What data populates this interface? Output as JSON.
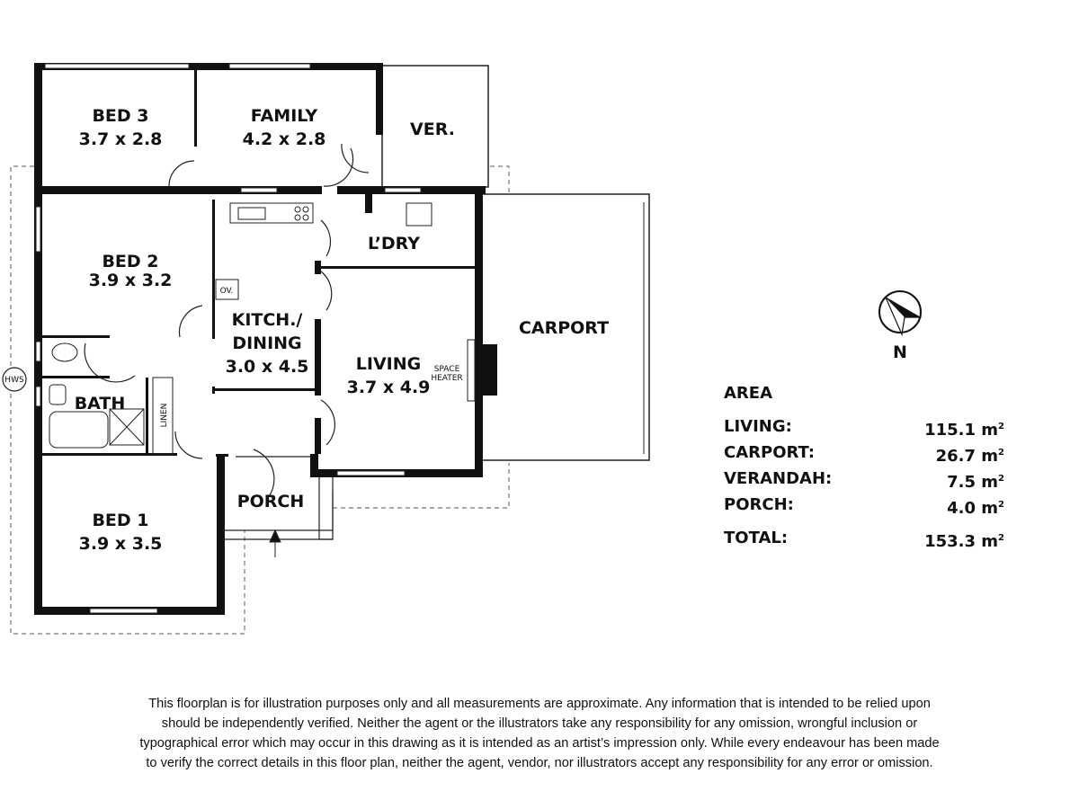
{
  "rooms": {
    "bed3": {
      "name": "BED 3",
      "size": "3.7 x 2.8"
    },
    "family": {
      "name": "FAMILY",
      "size": "4.2 x 2.8"
    },
    "verandah": {
      "name": "VER."
    },
    "bed2": {
      "name": "BED 2",
      "size": "3.9 x 3.2"
    },
    "laundry": {
      "name": "L’DRY"
    },
    "kitchen": {
      "name1": "KITCH./",
      "name2": "DINING",
      "size": "3.0 x 4.5"
    },
    "oven": {
      "name": "OV."
    },
    "living": {
      "name": "LIVING",
      "size": "3.7 x 4.9"
    },
    "space_heater": {
      "line1": "SPACE",
      "line2": "HEATER"
    },
    "carport": {
      "name": "CARPORT"
    },
    "bath": {
      "name": "BATH"
    },
    "linen": {
      "name": "LINEN"
    },
    "porch": {
      "name": "PORCH"
    },
    "bed1": {
      "name": "BED 1",
      "size": "3.9 x 3.5"
    },
    "hws": {
      "name": "HWS"
    }
  },
  "compass": {
    "label": "N"
  },
  "area": {
    "title": "AREA",
    "unit_sup": "2",
    "rows": [
      {
        "label": "LIVING:",
        "value": "115.1 m"
      },
      {
        "label": "CARPORT:",
        "value": "26.7 m"
      },
      {
        "label": "VERANDAH:",
        "value": "7.5 m"
      },
      {
        "label": "PORCH:",
        "value": "4.0 m"
      }
    ],
    "total": {
      "label": "TOTAL:",
      "value": "153.3 m"
    }
  },
  "disclaimer": [
    "This floorplan is for illustration purposes only and all measurements are approximate. Any information that is intended to be relied upon",
    "should be independently verified. Neither the agent or the illustrators take any responsibility for any omission, wrongful inclusion or",
    "typographical error which may occur in this drawing as it is intended as an artist’s impression only. While every endeavour has been made",
    "to verify the correct details in this floor plan, neither the agent, vendor, nor illustrators accept any responsibility for any error or omission."
  ]
}
